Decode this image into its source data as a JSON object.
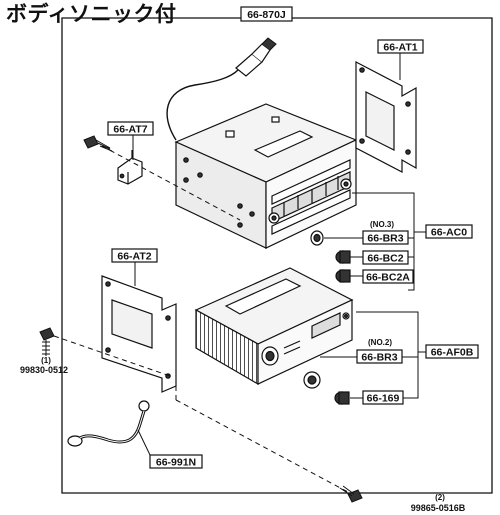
{
  "title": "ボディソニック付",
  "callouts": {
    "main_unit": "66-870J",
    "bracket_right": "66-AT1",
    "bracket_left": "66-AT7",
    "bracket_lower": "66-AT2",
    "knob_upper": "66-BR3",
    "knob_upper_note": "(NO.3)",
    "cap_upper_1": "66-BC2",
    "cap_upper_2": "66-BC2A",
    "kit_upper": "66-AC0",
    "knob_lower": "66-BR3",
    "knob_lower_note": "(NO.2)",
    "cap_lower": "66-169",
    "kit_lower": "66-AF0B",
    "ground_strap": "66-991N"
  },
  "fasteners": {
    "bolt_left_note": "(1)",
    "bolt_left_part": "99830-0512",
    "bolt_bottom_note": "(2)",
    "bolt_bottom_part": "99865-0516B"
  }
}
